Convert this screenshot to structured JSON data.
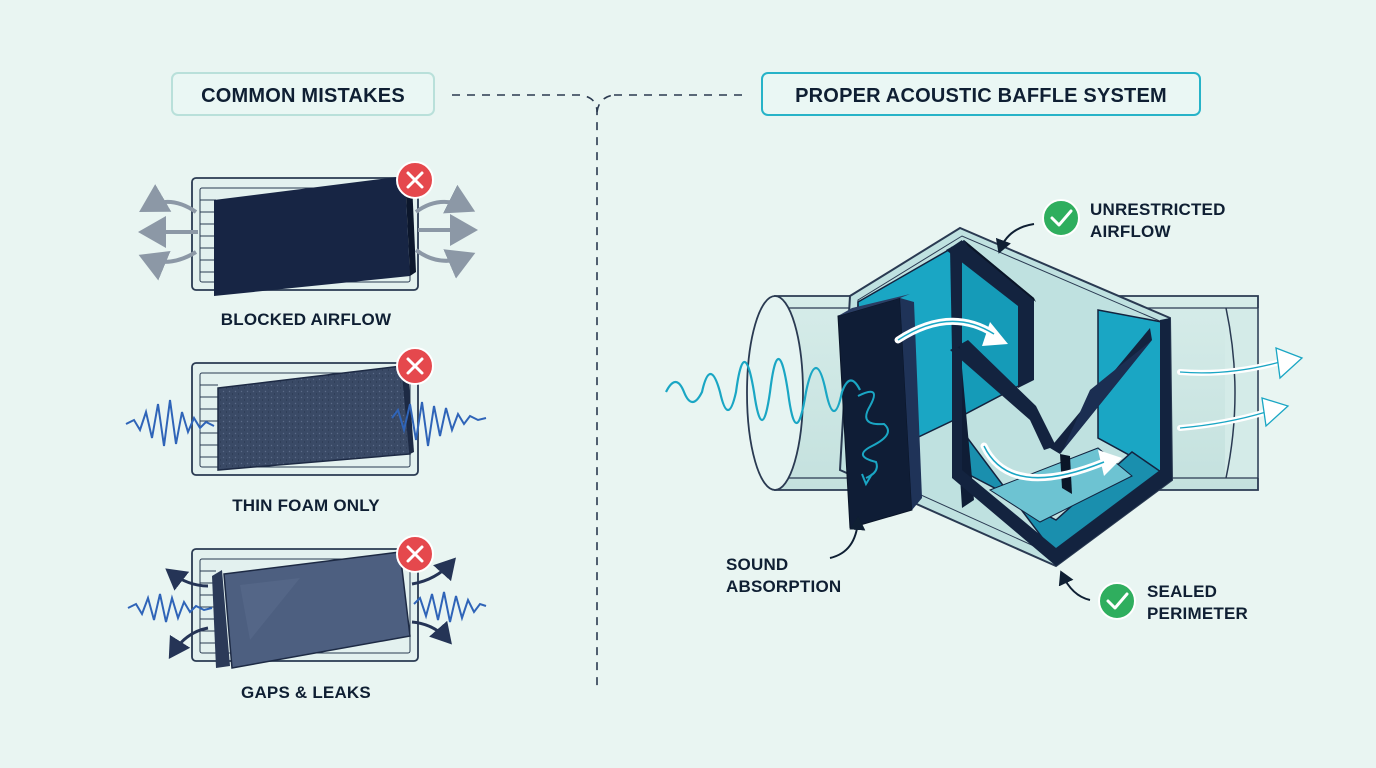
{
  "headers": {
    "left": "COMMON MISTAKES",
    "right": "PROPER ACOUSTIC BAFFLE SYSTEM"
  },
  "mistakes": [
    {
      "label": "BLOCKED AIRFLOW",
      "status_icon": "x-mark-icon"
    },
    {
      "label": "THIN FOAM ONLY",
      "status_icon": "x-mark-icon"
    },
    {
      "label": "GAPS & LEAKS",
      "status_icon": "x-mark-icon"
    }
  ],
  "callouts": {
    "airflow": [
      "UNRESTRICTED",
      "AIRFLOW"
    ],
    "absorption": [
      "SOUND",
      "ABSORPTION"
    ],
    "perimeter": [
      "SEALED",
      "PERIMETER"
    ]
  },
  "colors": {
    "background": "#e9f5f2",
    "navy": "#13233f",
    "teal": "#1aa6c4",
    "error_red": "#e5484d",
    "success_green": "#2fae5e",
    "wave_blue": "#2f64b8"
  }
}
